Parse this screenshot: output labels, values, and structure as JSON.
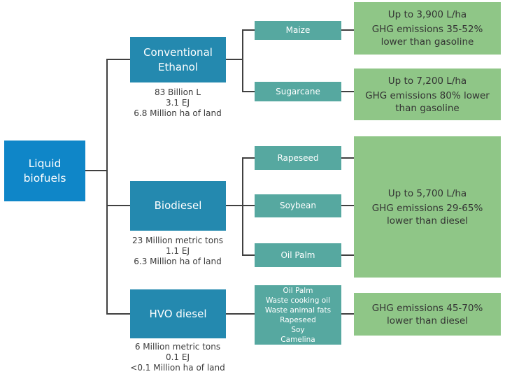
{
  "diagram": {
    "root": {
      "label": "Liquid biofuels"
    },
    "branches": [
      {
        "label": "Conventional Ethanol",
        "stats": [
          "83 Billion L",
          "3.1 EJ",
          "6.8 Million ha of land"
        ]
      },
      {
        "label": "Biodiesel",
        "stats": [
          "23 Million metric tons",
          "1.1 EJ",
          "6.3 Million ha of land"
        ]
      },
      {
        "label": "HVO diesel",
        "stats": [
          "6 Million metric tons",
          "0.1 EJ",
          "<0.1 Million ha of land"
        ]
      }
    ],
    "feedstocks": {
      "maize": {
        "label": "Maize"
      },
      "sugarcane": {
        "label": "Sugarcane"
      },
      "rapeseed": {
        "label": "Rapeseed"
      },
      "soybean": {
        "label": "Soybean"
      },
      "oilpalm": {
        "label": "Oil Palm"
      },
      "hvo_mix": {
        "lines": [
          "Oil Palm",
          "Waste cooking oil",
          "Waste animal fats",
          "Rapeseed",
          "Soy",
          "Camelina"
        ]
      }
    },
    "outcomes": [
      {
        "yield": "Up to 3,900 L/ha",
        "ghg_lines": [
          "GHG emissions 35-52%",
          "lower than gasoline"
        ]
      },
      {
        "yield": "Up to 7,200 L/ha",
        "ghg_lines": [
          "GHG emissions 80% lower",
          "than gasoline"
        ]
      },
      {
        "yield": "Up to 5,700 L/ha",
        "ghg_lines": [
          "GHG emissions 29-65%",
          "lower than diesel"
        ]
      },
      {
        "ghg_lines": [
          "GHG emissions 45-70%",
          "lower than diesel"
        ]
      }
    ],
    "colors": {
      "root_box": "#0f86c8",
      "category_box": "#2489af",
      "feedstock_box": "#56a8a0",
      "outcome_box": "#8fc687",
      "connector": "#404040",
      "stats_text": "#3a3a3a",
      "box_text": "#ffffff",
      "outcome_text": "#333333"
    }
  }
}
